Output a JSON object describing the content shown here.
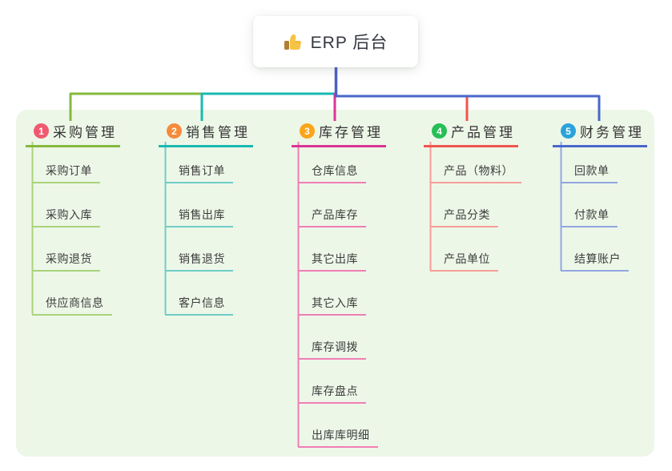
{
  "root": {
    "title": "ERP 后台",
    "icon": "thumbs-up"
  },
  "colors": {
    "page_background": "#FFFFFF",
    "panel_background": "#EDF7E8",
    "trunk": "#4A5FC6",
    "title_text": "#333740"
  },
  "branches": [
    {
      "num": "1",
      "label": "采购管理",
      "color": "#85B93E",
      "badge_color": "#F0596F",
      "child_color": "#A9D37B",
      "children": [
        "采购订单",
        "采购入库",
        "采购退货",
        "供应商信息"
      ]
    },
    {
      "num": "2",
      "label": "销售管理",
      "color": "#19B9B1",
      "badge_color": "#F68B3B",
      "child_color": "#6FCDC6",
      "children": [
        "销售订单",
        "销售出库",
        "销售退货",
        "客户信息"
      ]
    },
    {
      "num": "3",
      "label": "库存管理",
      "color": "#DC3597",
      "badge_color": "#FAA51A",
      "child_color": "#F07EB6",
      "children": [
        "仓库信息",
        "产品库存",
        "其它出库",
        "其它入库",
        "库存调拨",
        "库存盘点",
        "出库库明细"
      ]
    },
    {
      "num": "4",
      "label": "产品管理",
      "color": "#F2544E",
      "badge_color": "#27BE56",
      "child_color": "#F59E97",
      "children": [
        "产品（物料）",
        "产品分类",
        "产品单位"
      ]
    },
    {
      "num": "5",
      "label": "财务管理",
      "color": "#4967CB",
      "badge_color": "#2AA2DB",
      "child_color": "#92A7DF",
      "children": [
        "回款单",
        "付款单",
        "结算账户"
      ]
    }
  ]
}
